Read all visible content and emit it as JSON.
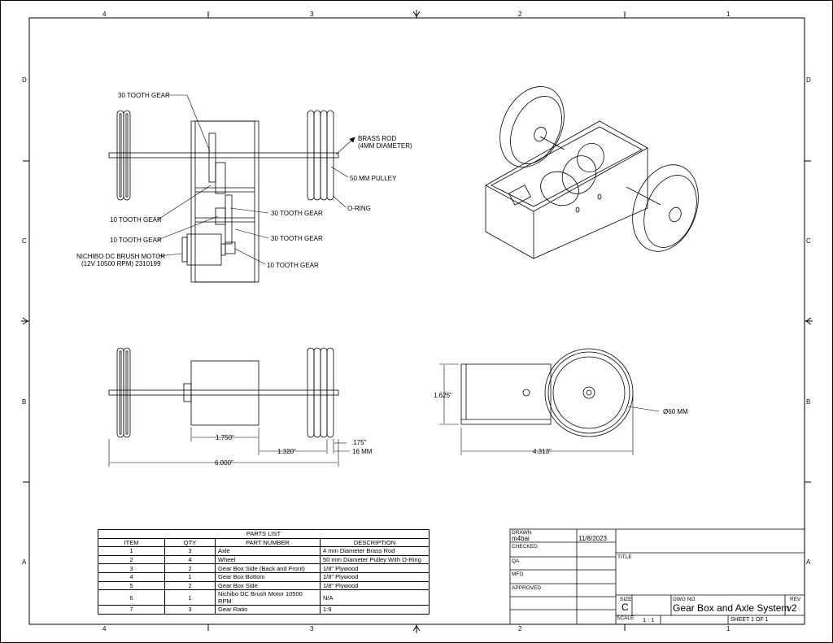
{
  "zones": {
    "columns_top": [
      "4",
      "3",
      "2",
      "1"
    ],
    "columns_bottom": [
      "4",
      "3",
      "2",
      "1"
    ],
    "rows_left": [
      "D",
      "C",
      "B",
      "A"
    ],
    "rows_right": [
      "D",
      "C",
      "B",
      "A"
    ]
  },
  "callouts": {
    "gear30_top": "30 TOOTH GEAR",
    "brass_rod_1": "BRASS ROD",
    "brass_rod_2": "(4MM DIAMETER)",
    "pulley": "50 MM PULLEY",
    "oring": "O-RING",
    "gear30_b": "30 TOOTH GEAR",
    "gear30_c": "30 TOOTH GEAR",
    "gear10_a": "10 TOOTH GEAR",
    "gear10_b": "10 TOOTH GEAR",
    "gear10_c": "10 TOOTH GEAR",
    "motor_1": "NICHIBO DC BRUSH MOTOR",
    "motor_2": "(12V 10500 RPM) 2310199",
    "wheel_dia": "Ø60 MM"
  },
  "dimensions": {
    "d1750": "1.750\"",
    "d1320": "1.320\"",
    "d175": ".175\"",
    "d16mm": "16 MM",
    "d6000": "6.000\"",
    "d1625": "1.625\"",
    "d4313": "4.313\""
  },
  "parts_list": {
    "title": "PARTS LIST",
    "headers": [
      "ITEM",
      "QTY",
      "PART NUMBER",
      "DESCRIPTION"
    ],
    "rows": [
      [
        "1",
        "3",
        "Axle",
        "4 mm Diameter Brass Rod"
      ],
      [
        "2",
        "4",
        "Wheel",
        "50 mm Diameter Pulley With O-Ring"
      ],
      [
        "3",
        "2",
        "Gear Box Side (Back and Front)",
        "1/8\" Plywood"
      ],
      [
        "4",
        "1",
        "Gear Box Bottom",
        "1/8\" Plywood"
      ],
      [
        "5",
        "2",
        "Gear Box Side",
        "1/8\" Plywood"
      ],
      [
        "6",
        "1",
        "Nichibo DC Brush Motor 10500 RPM",
        "N/A"
      ],
      [
        "7",
        "3",
        "Gear Ratio",
        "1:9"
      ]
    ]
  },
  "title_block": {
    "drawn_label": "DRAWN",
    "drawn_by": "m4bai",
    "drawn_date": "11/8/2023",
    "checked_label": "CHECKED",
    "qa_label": "QA",
    "mfg_label": "MFG",
    "approved_label": "APPROVED",
    "title_label": "TITLE",
    "size_label": "SIZE",
    "size": "C",
    "dwg_no_label": "DWG NO",
    "dwg_no": "Gear Box and Axle System",
    "rev_label": "REV",
    "rev": "v2",
    "scale_label": "SCALE",
    "scale": "1 : 1",
    "sheet": "SHEET 1  OF 1"
  }
}
